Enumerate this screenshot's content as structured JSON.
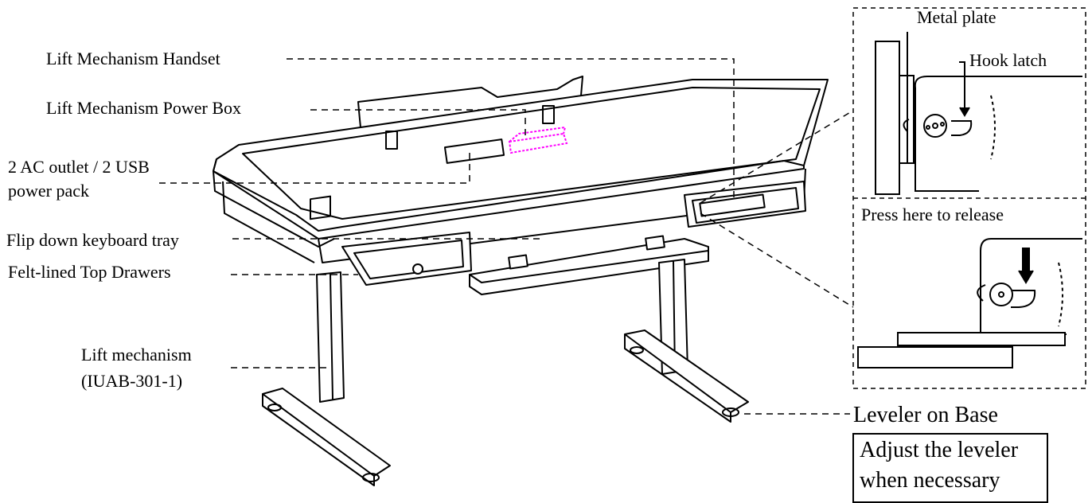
{
  "labels": {
    "handset": "Lift Mechanism Handset",
    "power_box": "Lift Mechanism Power Box",
    "outlet_line1": "2 AC outlet / 2 USB",
    "outlet_line2": "power pack",
    "keyboard_tray": "Flip down keyboard tray",
    "drawers": "Felt-lined Top Drawers",
    "lift_line1": "Lift mechanism",
    "lift_line2": "(IUAB-301-1)",
    "leveler": "Leveler on Base",
    "metal_plate": "Metal plate",
    "hook_latch": "Hook latch",
    "press_release": "Press here to release"
  },
  "note": {
    "line1": "Adjust the leveler",
    "line2": "when necessary"
  },
  "colors": {
    "power_box_highlight": "#ff00ff",
    "line": "#000000"
  }
}
